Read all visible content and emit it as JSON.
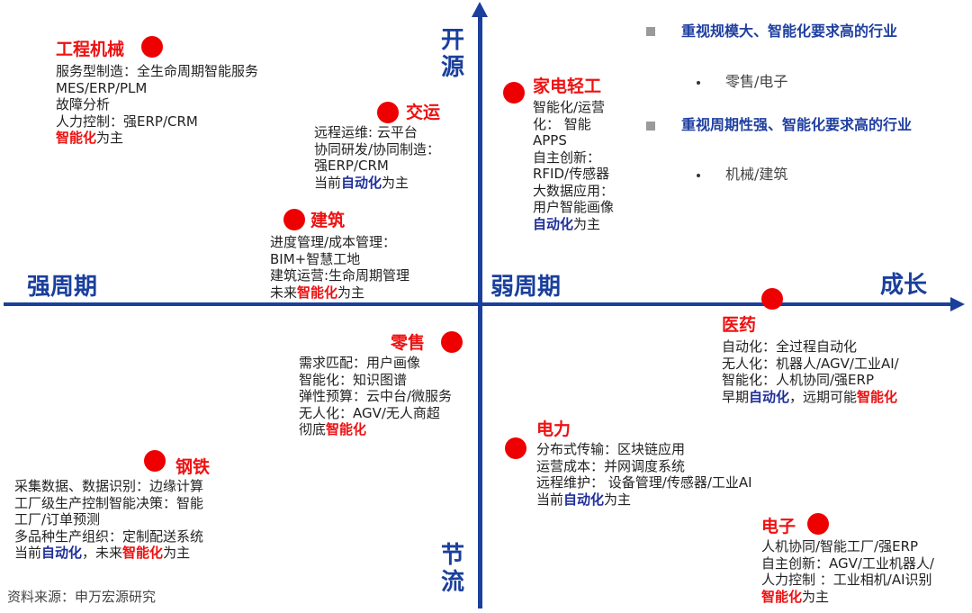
{
  "axes": {
    "top_label": [
      "开",
      "源"
    ],
    "bottom_label": [
      "节",
      "流"
    ],
    "left_label": "强周期",
    "center_label": "弱周期",
    "right_label": "成长",
    "color": "#1a3f9c"
  },
  "legend": {
    "groups": [
      {
        "heading": "重视规模大、智能化要求高的行业",
        "item": "零售/电子"
      },
      {
        "heading": "重视周期性强、智能化要求高的行业",
        "item": "机械/建筑"
      }
    ]
  },
  "industries": {
    "machinery": {
      "title": "工程机械",
      "lines": [
        "服务型制造：全生命周期智能服务",
        "MES/ERP/PLM",
        "故障分析",
        "人力控制：强ERP/CRM"
      ],
      "last": {
        "pre": "",
        "hl": "智能化",
        "post": "为主"
      }
    },
    "transport": {
      "title": "交运",
      "lines": [
        "远程运维: 云平台",
        "协同研发/协同制造：",
        "强ERP/CRM"
      ],
      "last": {
        "pre": "当前",
        "hl": "自动化",
        "post": "为主"
      }
    },
    "construction": {
      "title": "建筑",
      "lines": [
        "进度管理/成本管理：",
        "BIM+智慧工地",
        "建筑运营:生命周期管理"
      ],
      "last": {
        "pre": "未来",
        "hl": "智能化",
        "post": "为主"
      }
    },
    "appliances": {
      "title": "家电轻工",
      "lines": [
        "智能化/运营",
        "化： 智能",
        "APPS",
        "自主创新：",
        "RFID/传感器",
        "大数据应用：",
        "用户智能画像"
      ],
      "last": {
        "pre": "",
        "hl": "自动化",
        "post": "为主"
      }
    },
    "pharma": {
      "title": "医药",
      "lines": [
        "自动化：全过程自动化",
        "无人化：机器人/AGV/工业AI/",
        "智能化：人机协同/强ERP"
      ],
      "last": {
        "pre": "早期",
        "hl": "自动化",
        "mid": "，远期可能",
        "hl2": "智能化"
      }
    },
    "retail": {
      "title": "零售",
      "lines": [
        "需求匹配：用户画像",
        "智能化：知识图谱",
        "弹性预算：云中台/微服务",
        "无人化：AGV/无人商超"
      ],
      "last": {
        "pre": "彻底",
        "hl": "智能化",
        "post": ""
      }
    },
    "power": {
      "title": "电力",
      "lines": [
        "分布式传输：区块链应用",
        "运营成本：并网调度系统",
        "远程维护： 设备管理/传感器/工业AI"
      ],
      "last": {
        "pre": "当前",
        "hl": "自动化",
        "post": "为主"
      }
    },
    "steel": {
      "title": "钢铁",
      "lines": [
        "采集数据、数据识别：边缘计算",
        "工厂级生产控制智能决策：智能",
        "工厂/订单预测",
        "多品种生产组织：定制配送系统"
      ],
      "last": {
        "pre": "当前",
        "hl": "自动化",
        "mid": "，未来",
        "hl2": "智能化",
        "post": "为主"
      }
    },
    "electronics": {
      "title": "电子",
      "lines": [
        "人机协同/智能工厂/强ERP",
        "自主创新：AGV/工业机器人/",
        "人力控制 ：工业相机/AI识别"
      ],
      "last": {
        "pre": "",
        "hl": "智能化",
        "post": "为主"
      }
    }
  },
  "source": "资料来源：申万宏源研究",
  "colors": {
    "axis": "#1a3f9c",
    "dot": "#ee0000",
    "automation": "#1f2f9a",
    "intelligence": "#ee1111"
  }
}
